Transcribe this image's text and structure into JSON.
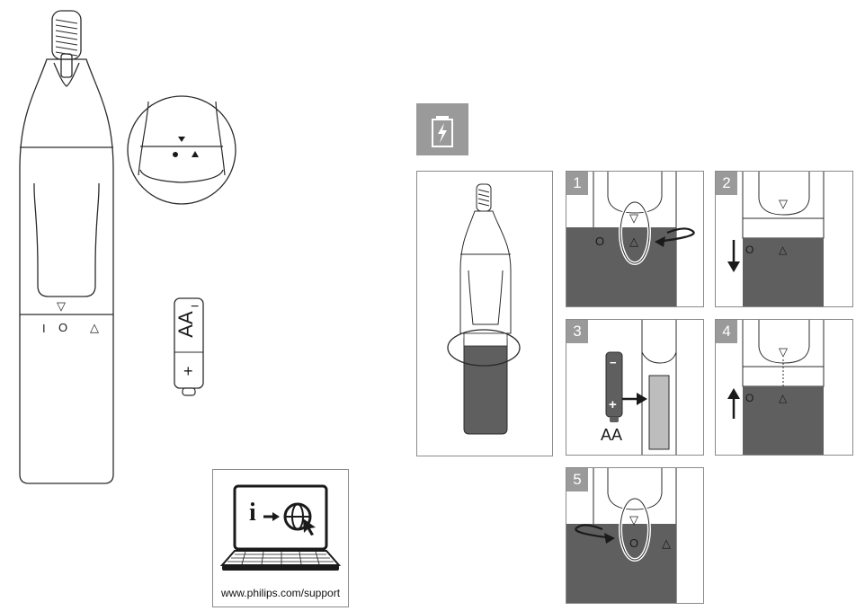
{
  "battery_label": {
    "vertical": "AA",
    "minus": "−",
    "plus": "+"
  },
  "markers": {
    "open": "△",
    "lock": "▽",
    "off": "I",
    "on": "O"
  },
  "support": {
    "url": "www.philips.com/support",
    "info_letter": "i"
  },
  "steps": [
    {
      "number": "1"
    },
    {
      "number": "2"
    },
    {
      "number": "3",
      "battery_label": "AA"
    },
    {
      "number": "4"
    },
    {
      "number": "5"
    }
  ],
  "charge_icon": "battery-charge-icon",
  "colors": {
    "step_bg": "#9a9a9a",
    "dark_body": "#5f5f5f",
    "outline": "#2b2b2b"
  }
}
